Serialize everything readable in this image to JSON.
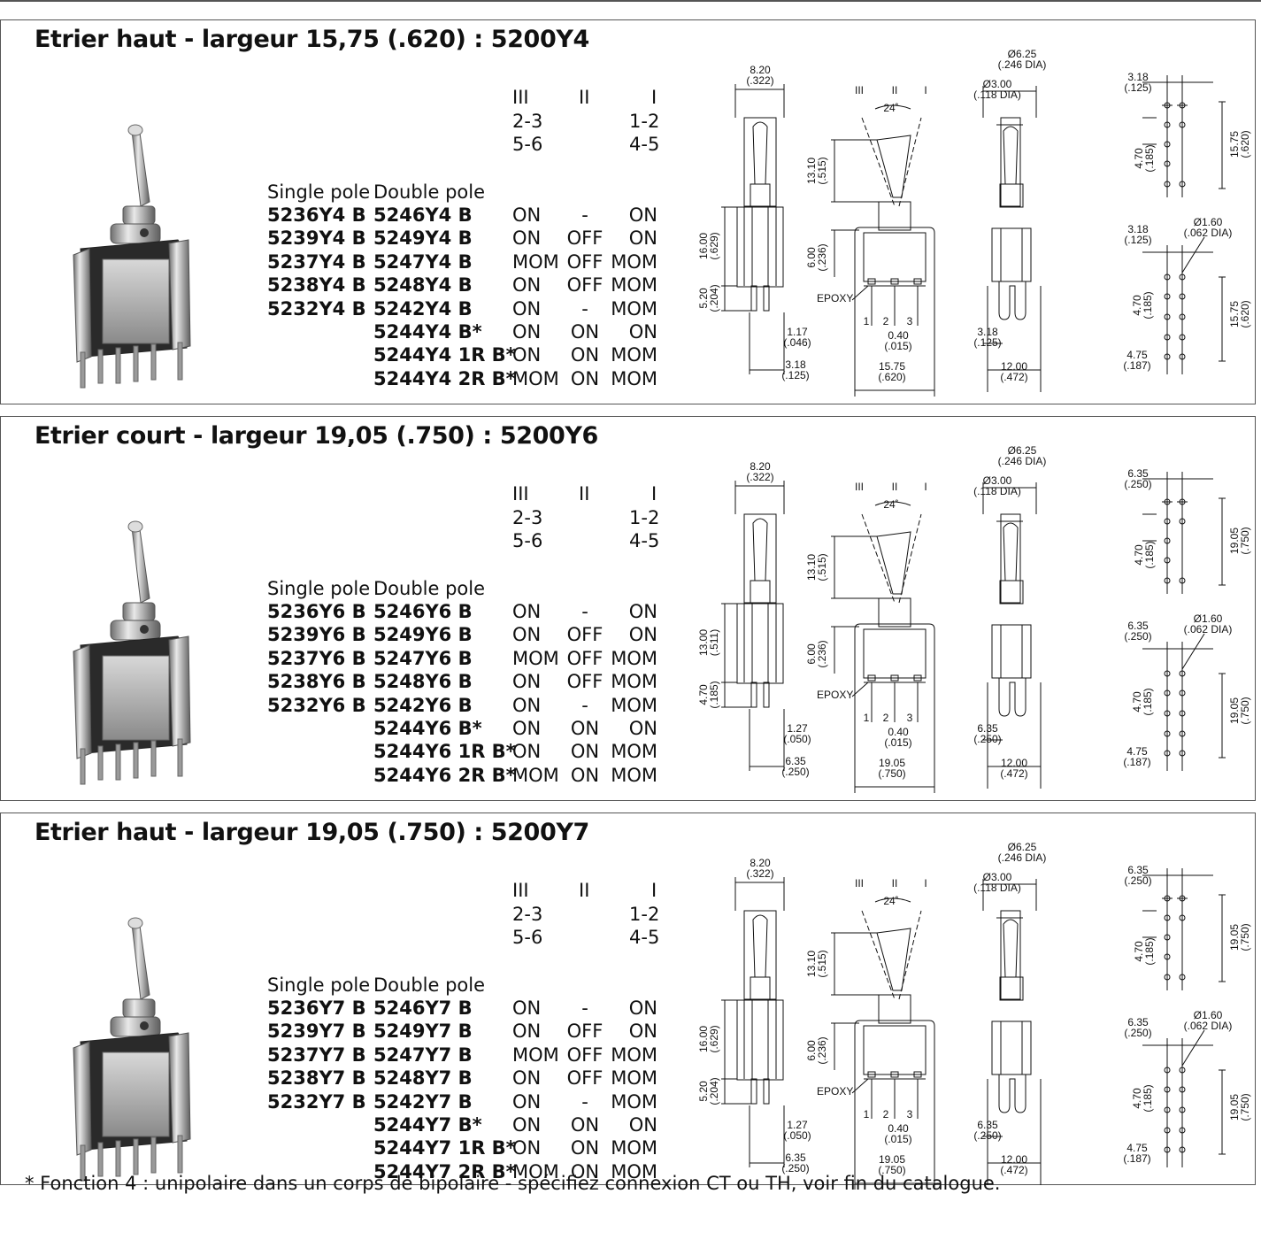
{
  "sections": [
    {
      "title": "Etrier haut - largeur 15,75 (.620) : 5200Y4",
      "positions": [
        "III",
        "II",
        "I"
      ],
      "terminals_row1": [
        "2-3",
        "1-2"
      ],
      "terminals_row2": [
        "5-6",
        "4-5"
      ],
      "header_single": "Single pole",
      "header_double": "Double pole",
      "rows": [
        {
          "single": "5236Y4 B",
          "double": "5246Y4 B",
          "p3": "ON",
          "p2": "-",
          "p1": "ON"
        },
        {
          "single": "5239Y4 B",
          "double": "5249Y4 B",
          "p3": "ON",
          "p2": "OFF",
          "p1": "ON"
        },
        {
          "single": "5237Y4 B",
          "double": "5247Y4 B",
          "p3": "MOM",
          "p2": "OFF",
          "p1": "MOM"
        },
        {
          "single": "5238Y4 B",
          "double": "5248Y4 B",
          "p3": "ON",
          "p2": "OFF",
          "p1": "MOM"
        },
        {
          "single": "5232Y4 B",
          "double": "5242Y4 B",
          "p3": "ON",
          "p2": "-",
          "p1": "MOM"
        },
        {
          "single": "",
          "double": "5244Y4 B*",
          "p3": "ON",
          "p2": "ON",
          "p1": "ON"
        },
        {
          "single": "",
          "double": "5244Y4 1R B*",
          "p3": "ON",
          "p2": "ON",
          "p1": "MOM"
        },
        {
          "single": "",
          "double": "5244Y4 2R B*",
          "p3": "MOM",
          "p2": "ON",
          "p1": "MOM"
        }
      ],
      "dims": {
        "w_top": "8.20",
        "w_top_in": "(.322)",
        "pos_labels": [
          "III",
          "II",
          "I"
        ],
        "angle": "24˚",
        "d_outer": "Ø6.25",
        "d_outer_in": "(.246 DIA)",
        "d_inner": "Ø3.00",
        "d_inner_in": "(.118 DIA)",
        "h_lever": "13.10",
        "h_lever_in": "(.515)",
        "h_body": "16.00",
        "h_body_in": "(.629)",
        "h_bushing": "6.00",
        "h_bushing_in": "(.236)",
        "h_pin": "5.20",
        "h_pin_in": "(.204)",
        "pin_w": "1.17",
        "pin_w_in": "(.046)",
        "pin_pitch": "3.18",
        "pin_pitch_in": "(.125)",
        "pin_t": "0.40",
        "pin_t_in": "(.015)",
        "width": "15.75",
        "width_in": "(.620)",
        "side_pitch": "3.18",
        "side_pitch_in": "(.125)",
        "depth": "12.00",
        "depth_in": "(.472)",
        "epoxy": "EPOXY",
        "terms": [
          "1",
          "2",
          "3"
        ],
        "fp_top_pitch": "3.18",
        "fp_top_pitch_in": "(.125)",
        "fp_row": "4.70",
        "fp_row_in": "(.185)",
        "fp_h": "15.75",
        "fp_h_in": "(.620)",
        "fp_hole": "Ø1.60",
        "fp_hole_in": "(.062 DIA)",
        "fp2_pitch": "3.18",
        "fp2_pitch_in": "(.125)",
        "fp2_row": "4.70",
        "fp2_row_in": "(.185)",
        "fp2_h": "15.75",
        "fp2_h_in": "(.620)",
        "fp2_bot": "4.75",
        "fp2_bot_in": "(.187)"
      }
    },
    {
      "title": "Etrier court - largeur 19,05 (.750) : 5200Y6",
      "positions": [
        "III",
        "II",
        "I"
      ],
      "terminals_row1": [
        "2-3",
        "1-2"
      ],
      "terminals_row2": [
        "5-6",
        "4-5"
      ],
      "header_single": "Single pole",
      "header_double": "Double pole",
      "rows": [
        {
          "single": "5236Y6 B",
          "double": "5246Y6 B",
          "p3": "ON",
          "p2": "-",
          "p1": "ON"
        },
        {
          "single": "5239Y6 B",
          "double": "5249Y6 B",
          "p3": "ON",
          "p2": "OFF",
          "p1": "ON"
        },
        {
          "single": "5237Y6 B",
          "double": "5247Y6 B",
          "p3": "MOM",
          "p2": "OFF",
          "p1": "MOM"
        },
        {
          "single": "5238Y6 B",
          "double": "5248Y6 B",
          "p3": "ON",
          "p2": "OFF",
          "p1": "MOM"
        },
        {
          "single": "5232Y6 B",
          "double": "5242Y6 B",
          "p3": "ON",
          "p2": "-",
          "p1": "MOM"
        },
        {
          "single": "",
          "double": "5244Y6 B*",
          "p3": "ON",
          "p2": "ON",
          "p1": "ON"
        },
        {
          "single": "",
          "double": "5244Y6 1R B*",
          "p3": "ON",
          "p2": "ON",
          "p1": "MOM"
        },
        {
          "single": "",
          "double": "5244Y6 2R B*",
          "p3": "MOM",
          "p2": "ON",
          "p1": "MOM"
        }
      ],
      "dims": {
        "w_top": "8.20",
        "w_top_in": "(.322)",
        "pos_labels": [
          "III",
          "II",
          "I"
        ],
        "angle": "24˚",
        "d_outer": "Ø6.25",
        "d_outer_in": "(.246 DIA)",
        "d_inner": "Ø3.00",
        "d_inner_in": "(.118 DIA)",
        "h_lever": "13.10",
        "h_lever_in": "(.515)",
        "h_body": "13.00",
        "h_body_in": "(.511)",
        "h_bushing": "6.00",
        "h_bushing_in": "(.236)",
        "h_pin": "4.70",
        "h_pin_in": "(.185)",
        "pin_w": "1.27",
        "pin_w_in": "(.050)",
        "pin_pitch": "6.35",
        "pin_pitch_in": "(.250)",
        "pin_t": "0.40",
        "pin_t_in": "(.015)",
        "width": "19.05",
        "width_in": "(.750)",
        "side_pitch": "6.35",
        "side_pitch_in": "(.250)",
        "depth": "12.00",
        "depth_in": "(.472)",
        "epoxy": "EPOXY",
        "terms": [
          "1",
          "2",
          "3"
        ],
        "fp_top_pitch": "6.35",
        "fp_top_pitch_in": "(.250)",
        "fp_row": "4.70",
        "fp_row_in": "(.185)",
        "fp_h": "19.05",
        "fp_h_in": "(.750)",
        "fp_hole": "Ø1.60",
        "fp_hole_in": "(.062 DIA)",
        "fp2_pitch": "6.35",
        "fp2_pitch_in": "(.250)",
        "fp2_row": "4.70",
        "fp2_row_in": "(.185)",
        "fp2_h": "19.05",
        "fp2_h_in": "(.750)",
        "fp2_bot": "4.75",
        "fp2_bot_in": "(.187)"
      }
    },
    {
      "title": "Etrier haut - largeur 19,05 (.750) : 5200Y7",
      "positions": [
        "III",
        "II",
        "I"
      ],
      "terminals_row1": [
        "2-3",
        "1-2"
      ],
      "terminals_row2": [
        "5-6",
        "4-5"
      ],
      "header_single": "Single pole",
      "header_double": "Double pole",
      "rows": [
        {
          "single": "5236Y7 B",
          "double": "5246Y7 B",
          "p3": "ON",
          "p2": "-",
          "p1": "ON"
        },
        {
          "single": "5239Y7 B",
          "double": "5249Y7 B",
          "p3": "ON",
          "p2": "OFF",
          "p1": "ON"
        },
        {
          "single": "5237Y7 B",
          "double": "5247Y7 B",
          "p3": "MOM",
          "p2": "OFF",
          "p1": "MOM"
        },
        {
          "single": "5238Y7 B",
          "double": "5248Y7 B",
          "p3": "ON",
          "p2": "OFF",
          "p1": "MOM"
        },
        {
          "single": "5232Y7 B",
          "double": "5242Y7 B",
          "p3": "ON",
          "p2": "-",
          "p1": "MOM"
        },
        {
          "single": "",
          "double": "5244Y7 B*",
          "p3": "ON",
          "p2": "ON",
          "p1": "ON"
        },
        {
          "single": "",
          "double": "5244Y7 1R B*",
          "p3": "ON",
          "p2": "ON",
          "p1": "MOM"
        },
        {
          "single": "",
          "double": "5244Y7 2R B*",
          "p3": "MOM",
          "p2": "ON",
          "p1": "MOM"
        }
      ],
      "dims": {
        "w_top": "8.20",
        "w_top_in": "(.322)",
        "pos_labels": [
          "III",
          "II",
          "I"
        ],
        "angle": "24˚",
        "d_outer": "Ø6.25",
        "d_outer_in": "(.246 DIA)",
        "d_inner": "Ø3.00",
        "d_inner_in": "(.118 DIA)",
        "h_lever": "13.10",
        "h_lever_in": "(.515)",
        "h_body": "16.00",
        "h_body_in": "(.629)",
        "h_bushing": "6.00",
        "h_bushing_in": "(.236)",
        "h_pin": "5.20",
        "h_pin_in": "(.204)",
        "pin_w": "1.27",
        "pin_w_in": "(.050)",
        "pin_pitch": "6.35",
        "pin_pitch_in": "(.250)",
        "pin_t": "0.40",
        "pin_t_in": "(.015)",
        "width": "19.05",
        "width_in": "(.750)",
        "side_pitch": "6.35",
        "side_pitch_in": "(.250)",
        "depth": "12.00",
        "depth_in": "(.472)",
        "epoxy": "EPOXY",
        "terms": [
          "1",
          "2",
          "3"
        ],
        "fp_top_pitch": "6.35",
        "fp_top_pitch_in": "(.250)",
        "fp_row": "4.70",
        "fp_row_in": "(.185)",
        "fp_h": "19.05",
        "fp_h_in": "(.750)",
        "fp_hole": "Ø1.60",
        "fp_hole_in": "(.062 DIA)",
        "fp2_pitch": "6.35",
        "fp2_pitch_in": "(.250)",
        "fp2_row": "4.70",
        "fp2_row_in": "(.185)",
        "fp2_h": "19.05",
        "fp2_h_in": "(.750)",
        "fp2_bot": "4.75",
        "fp2_bot_in": "(.187)"
      }
    }
  ],
  "footnote": "* Fonction 4 : unipolaire dans un corps de bipolaire - spécifiez connexion CT ou TH, voir fin du catalogue."
}
